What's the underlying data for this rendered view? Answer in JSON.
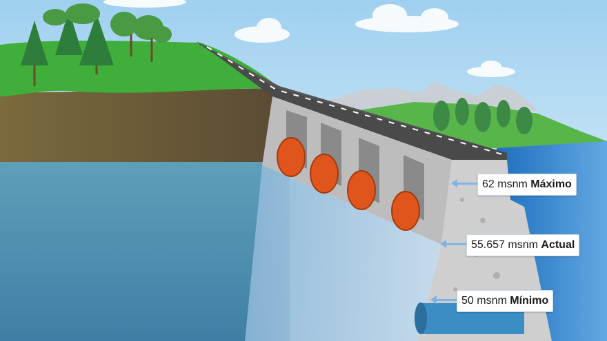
{
  "levels": [
    {
      "value": "62 msnm",
      "name": "Máximo"
    },
    {
      "value": "55.657 msnm",
      "name": "Actual"
    },
    {
      "value": "50 msnm",
      "name": "Mínimo"
    }
  ],
  "colors": {
    "sky": "#bfe0f5",
    "grass": "#3fae3a",
    "soil": "#6b5a3a",
    "water": "#4e8fb0",
    "lake": "#2f86d0",
    "concrete": "#c8c8c8",
    "gate": "#e0551c",
    "label_arrow": "#7fb4e6"
  }
}
